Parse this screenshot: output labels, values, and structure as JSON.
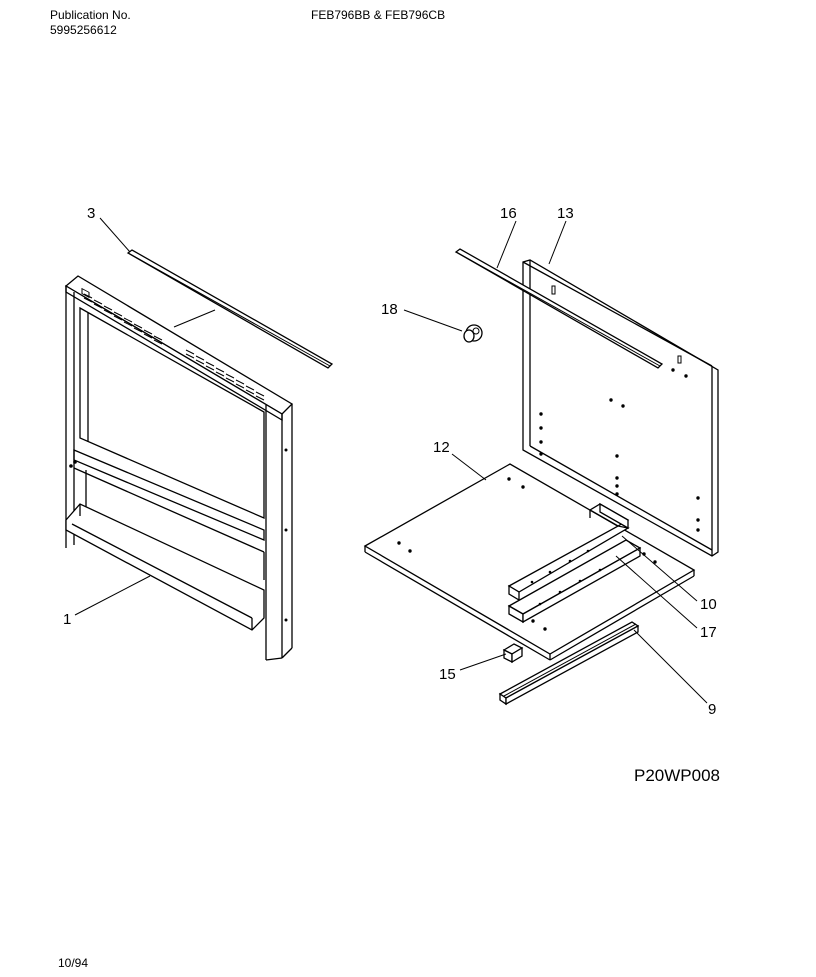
{
  "header": {
    "publication_label": "Publication No.",
    "publication_number": "5995256612",
    "model_numbers": "FEB796BB & FEB796CB"
  },
  "diagram_code": "P20WP008",
  "footer": {
    "date": "10/94"
  },
  "callouts": {
    "c1": "1",
    "c3": "3",
    "c9": "9",
    "c10": "10",
    "c12": "12",
    "c13": "13",
    "c15": "15",
    "c16": "16",
    "c17": "17",
    "c18": "18"
  },
  "colors": {
    "line": "#000000",
    "background": "#ffffff"
  }
}
